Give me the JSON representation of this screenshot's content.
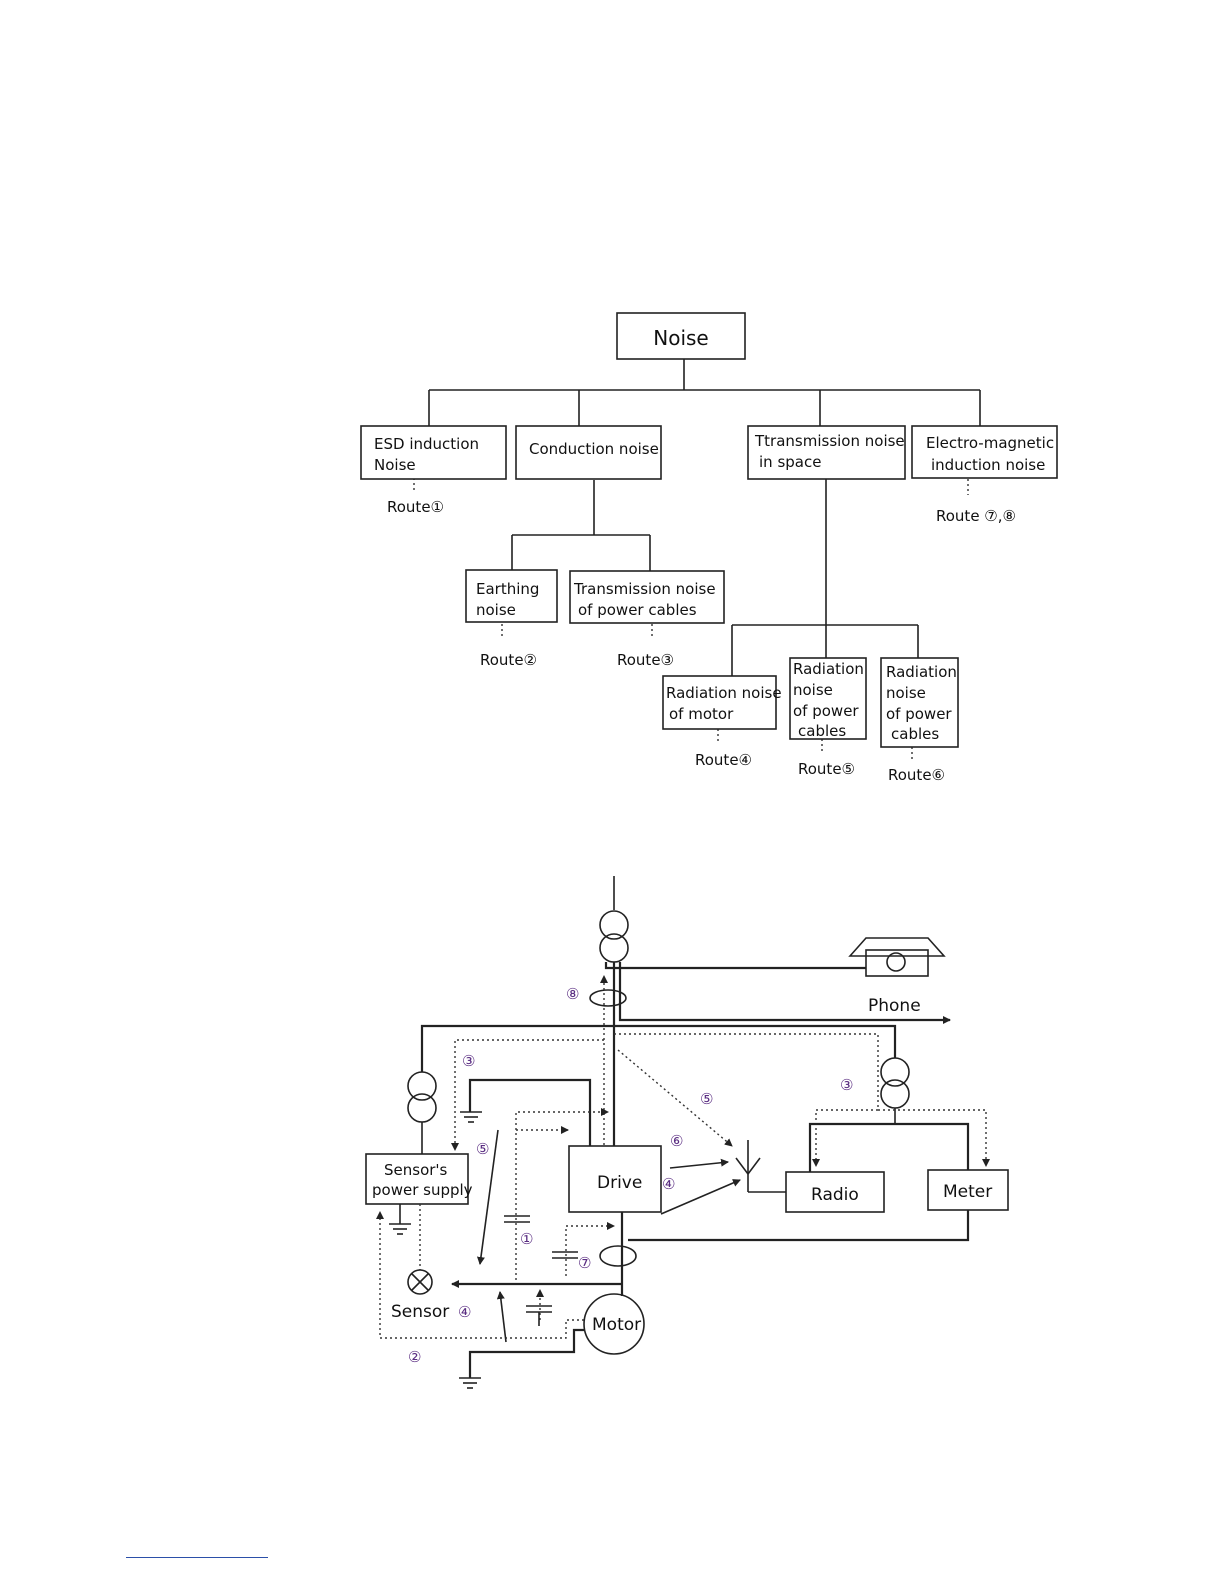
{
  "tree": {
    "root": "Noise",
    "esd": [
      "ESD induction",
      "Noise"
    ],
    "conduction": "Conduction noise",
    "transmission_space": [
      "Ttransmission noise",
      "in space"
    ],
    "em_induction": [
      "Electro-magnetic",
      "induction noise"
    ],
    "earthing": [
      "Earthing",
      "noise"
    ],
    "trans_power": [
      "Transmission noise",
      "of power cables"
    ],
    "rad_motor": [
      "Radiation noise",
      "of motor"
    ],
    "rad_power_5": [
      "Radiation",
      "noise",
      "of power",
      "cables"
    ],
    "rad_power_6": [
      "Radiation",
      "noise",
      "of power",
      "cables"
    ],
    "routes": {
      "r1": "Route①",
      "r78": "Route ⑦,⑧",
      "r2": "Route②",
      "r3": "Route③",
      "r4": "Route④",
      "r5": "Route⑤",
      "r6": "Route⑥"
    }
  },
  "routes_diagram": {
    "phone": "Phone",
    "drive": "Drive",
    "radio": "Radio",
    "meter": "Meter",
    "motor": "Motor",
    "sensor_ps": [
      "Sensor's",
      "power supply"
    ],
    "sensor": "Sensor",
    "markers": {
      "m1": "①",
      "m2": "②",
      "m3a": "③",
      "m3b": "③",
      "m4a": "④",
      "m4b": "④",
      "m5a": "⑤",
      "m5b": "⑤",
      "m6": "⑥",
      "m7": "⑦",
      "m8": "⑧"
    }
  },
  "colors": {
    "line": "#222222",
    "marker_purple": "#5a2d82",
    "footnote_rule": "#2b4fa8"
  }
}
